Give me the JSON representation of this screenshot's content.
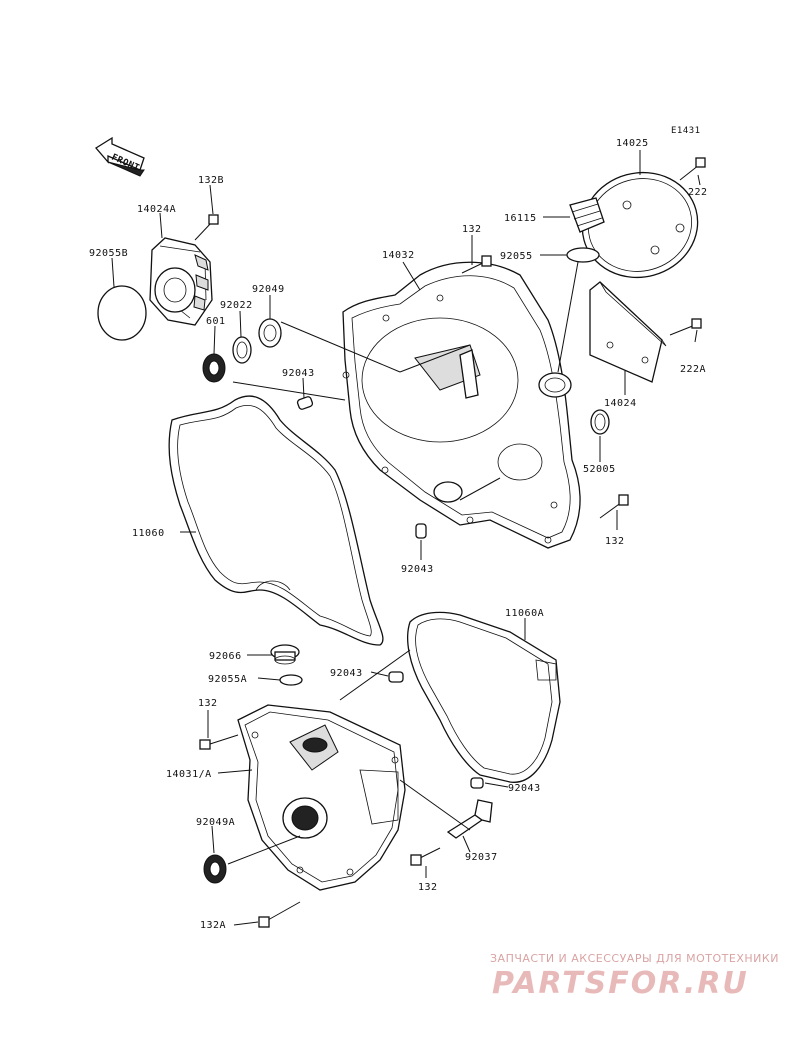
{
  "diagram": {
    "code": "E1431",
    "front_label": "FRONT",
    "labels": {
      "p14025": "14025",
      "p222": "222",
      "p16115": "16115",
      "p92055": "92055",
      "p132_top": "132",
      "p14032": "14032",
      "p132B": "132B",
      "p14024A": "14024A",
      "p92055B": "92055B",
      "p92049": "92049",
      "p92022": "92022",
      "p601": "601",
      "p222A": "222A",
      "p14024": "14024",
      "p92043_a": "92043",
      "p52005": "52005",
      "p11060": "11060",
      "p132_right": "132",
      "p92043_b": "92043",
      "p11060A": "11060A",
      "p92066": "92066",
      "p92043_c": "92043",
      "p92055A": "92055A",
      "p132_left": "132",
      "p14031A": "14031/A",
      "p92043_d": "92043",
      "p92049A": "92049A",
      "p92037": "92037",
      "p132_bottom": "132",
      "p132A": "132A"
    }
  },
  "watermark": {
    "tagline": "ЗАПЧАСТИ И АКСЕССУАРЫ ДЛЯ МОТОТЕХНИКИ",
    "logo": "PARTSFOR.RU",
    "color": "#e8b9b9"
  }
}
